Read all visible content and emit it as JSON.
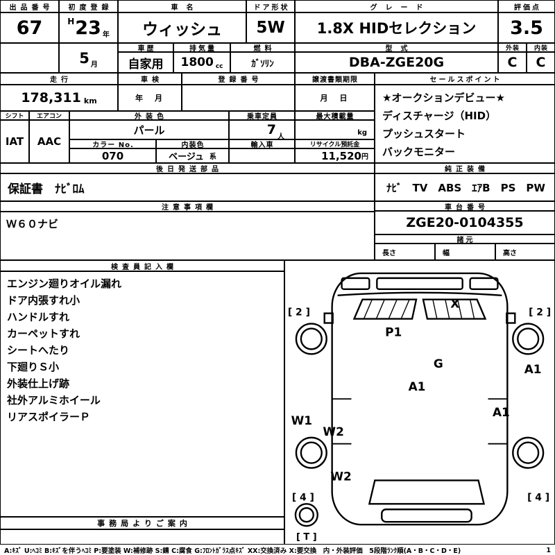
{
  "top": {
    "lot": {
      "label": "出品番号",
      "value": "67"
    },
    "first_reg": {
      "label": "初度登録",
      "era": "H",
      "year": "23",
      "year_unit": "年",
      "month": "5",
      "month_unit": "月"
    },
    "car_name": {
      "label": "車名",
      "value": "ウィッシュ"
    },
    "door": {
      "label": "ドア形状",
      "value": "5W"
    },
    "grade": {
      "label": "グレード",
      "value": "1.8X HIDセレクション"
    },
    "score": {
      "label": "評価点",
      "value": "3.5"
    },
    "history": {
      "label": "車歴",
      "value": "自家用"
    },
    "displacement": {
      "label": "排気量",
      "value": "1800",
      "unit": "cc"
    },
    "fuel": {
      "label": "燃料",
      "value": "ｶﾞｿﾘﾝ"
    },
    "model": {
      "label": "型式",
      "value": "DBA-ZGE20G"
    },
    "exterior": {
      "label": "外装",
      "value": "C"
    },
    "interior": {
      "label": "内装",
      "value": "C"
    }
  },
  "middle": {
    "mileage": {
      "label": "走行",
      "value": "178,311",
      "unit": "km"
    },
    "shaken": {
      "label": "車検",
      "value": "年　月"
    },
    "registration": {
      "label": "登録番号",
      "value": ""
    },
    "transfer": {
      "label": "譲渡書類期限",
      "value": "月　日"
    },
    "sales_points": {
      "label": "セールスポイント",
      "items": [
        "★オークションデビュー★",
        "ディスチャージ（HID）",
        "プッシュスタート",
        "バックモニター"
      ]
    },
    "shift": {
      "label": "シフト",
      "value": "IAT"
    },
    "aircon": {
      "label": "エアコン",
      "value": "AAC"
    },
    "ext_color": {
      "label": "外装色",
      "value": "パール"
    },
    "color_no": {
      "label": "カラー No.",
      "value": "070"
    },
    "int_color": {
      "label": "内装色",
      "value": "ベージュ",
      "unit": "系"
    },
    "capacity": {
      "label": "乗車定員",
      "value": "7",
      "unit": "人"
    },
    "import_car": {
      "label": "輸入車",
      "value": ""
    },
    "max_load": {
      "label": "最大積載量",
      "value": "",
      "unit": "kg"
    },
    "recycle": {
      "label": "リサイクル預託金",
      "value": "11,520",
      "unit": "円"
    },
    "later_parts": {
      "label": "後日発送部品",
      "value": "保証書　ﾅﾋﾞﾛﾑ"
    },
    "equipment": {
      "label": "純正装備",
      "value": "ﾅﾋﾞ　TV　ABS　ｴｱB　PS　PW"
    },
    "notes": {
      "label": "注意事項欄",
      "value": "Ｗ６０ナビ"
    },
    "chassis": {
      "label": "車台番号",
      "value": "ZGE20-0104355"
    },
    "specs": {
      "label": "諸元",
      "length": "長さ",
      "width": "幅",
      "height": "高さ"
    }
  },
  "inspector": {
    "label": "検査員記入欄",
    "items": [
      "エンジン廻りオイル漏れ",
      "ドア内張すれ小",
      "ハンドルすれ",
      "カーペットすれ",
      "シートへたり",
      "下廻りＳ小",
      "外装仕上げ跡",
      "社外アルミホイール",
      "リアスポイラーＰ"
    ]
  },
  "office": {
    "label": "事務局よりご案内"
  },
  "diagram": {
    "marks": [
      {
        "label": "X"
      },
      {
        "label": "P1"
      },
      {
        "label": "G"
      },
      {
        "label": "A1"
      },
      {
        "label": "A1"
      },
      {
        "label": "A1"
      },
      {
        "label": "W1"
      },
      {
        "label": "W2"
      },
      {
        "label": "W2"
      }
    ],
    "wheels": [
      "[ 2 ]",
      "[ 2 ]",
      "[ 4 ]",
      "[ 4 ]",
      "[ T ]"
    ]
  },
  "legend": {
    "text": "A:ｷｽﾞ U:ﾍｺﾐ B:ｷｽﾞを伴うﾍｺﾐ P:要塗装 W:補修跡 S:錆 C:腐食 G:ﾌﾛﾝﾄｶﾞﾗｽ点ｷｽﾞ XX:交換済み X:要交換　内・外装評価　5段階ﾗﾝｸ順(A・B・C・D・E)",
    "page": "1"
  }
}
